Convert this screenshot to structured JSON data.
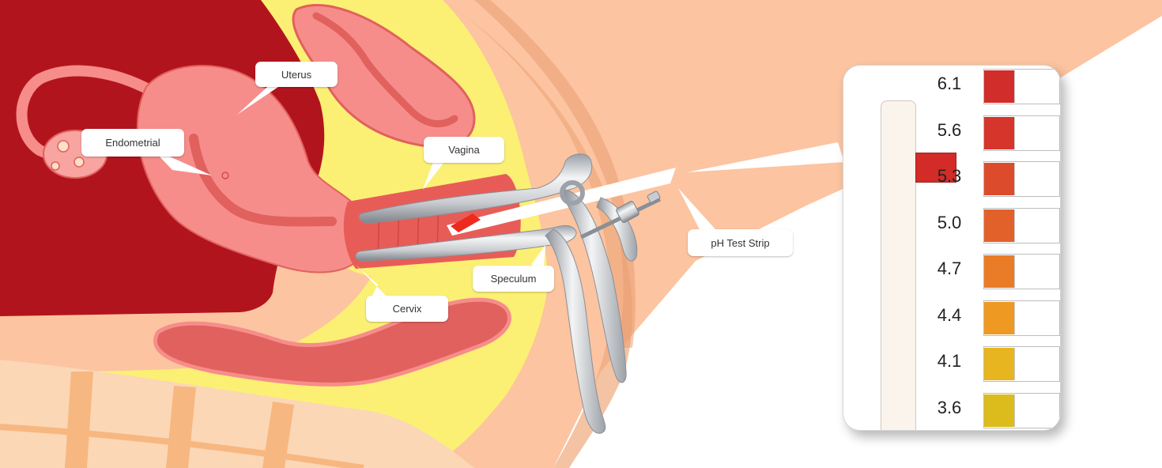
{
  "labels": {
    "uterus": "Uterus",
    "endometrial": "Endometrial",
    "vagina": "Vagina",
    "ph_test_strip": "pH Test Strip",
    "speculum": "Speculum",
    "cervix": "Cervix"
  },
  "ph_chart": {
    "strip_pad_color": "#d32b27",
    "scale": [
      {
        "value": "6.1",
        "color": "#d12d2a"
      },
      {
        "value": "5.6",
        "color": "#d5352a"
      },
      {
        "value": "5.3",
        "color": "#dc4b2c"
      },
      {
        "value": "5.0",
        "color": "#e2612b"
      },
      {
        "value": "4.7",
        "color": "#ea7c27"
      },
      {
        "value": "4.4",
        "color": "#ee9a22"
      },
      {
        "value": "4.1",
        "color": "#e7b51f"
      },
      {
        "value": "3.6",
        "color": "#dcbb1c"
      }
    ]
  },
  "colors": {
    "background_skin": "#fcc4a0",
    "skin_shadow": "#f0a97d",
    "abdomen_dark": "#b2141d",
    "fat_layer": "#fbf074",
    "organ_pink": "#f68d8a",
    "organ_dark": "#e0615d",
    "vaginal_wall": "#e85c58",
    "strip_red": "#ee2a1e",
    "metal_light": "#eef0f2",
    "metal_dark": "#8a8f96"
  }
}
